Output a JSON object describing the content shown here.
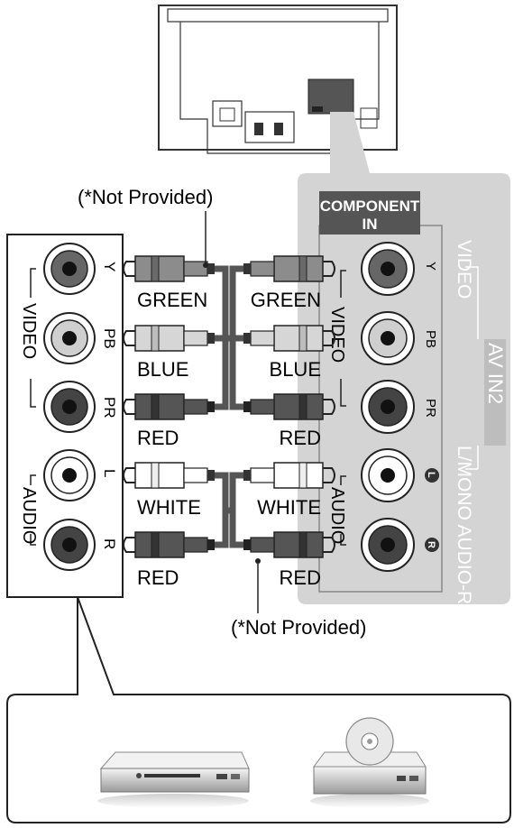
{
  "notes": {
    "not_provided_top": "(*Not Provided)",
    "not_provided_bottom": "(*Not Provided)"
  },
  "tv_panel": {
    "header_line1": "COMPONENT",
    "header_line2": "IN",
    "jack_labels": [
      "Y",
      "PB",
      "PR",
      "L",
      "R"
    ],
    "group_video": "VIDEO",
    "group_audio": "AUDIO",
    "side_video": "VIDEO",
    "side_av": "AV IN2",
    "side_audio": "L/MONO AUDIO-R"
  },
  "device_panel": {
    "jack_labels": [
      "Y",
      "PB",
      "PR",
      "L",
      "R"
    ],
    "group_video": "VIDEO",
    "group_audio": "AUDIO"
  },
  "cables_left": [
    "GREEN",
    "BLUE",
    "RED",
    "WHITE",
    "RED"
  ],
  "cables_right": [
    "GREEN",
    "BLUE",
    "RED",
    "WHITE",
    "RED"
  ],
  "colors": {
    "green_plug": "#8c8c8c",
    "blue_plug": "#d6d6d6",
    "red_plug": "#555555",
    "white_plug": "#ffffff",
    "panel_gray": "#d4d4d4"
  },
  "devices": [
    "dvd-player-icon",
    "disc-player-icon"
  ]
}
